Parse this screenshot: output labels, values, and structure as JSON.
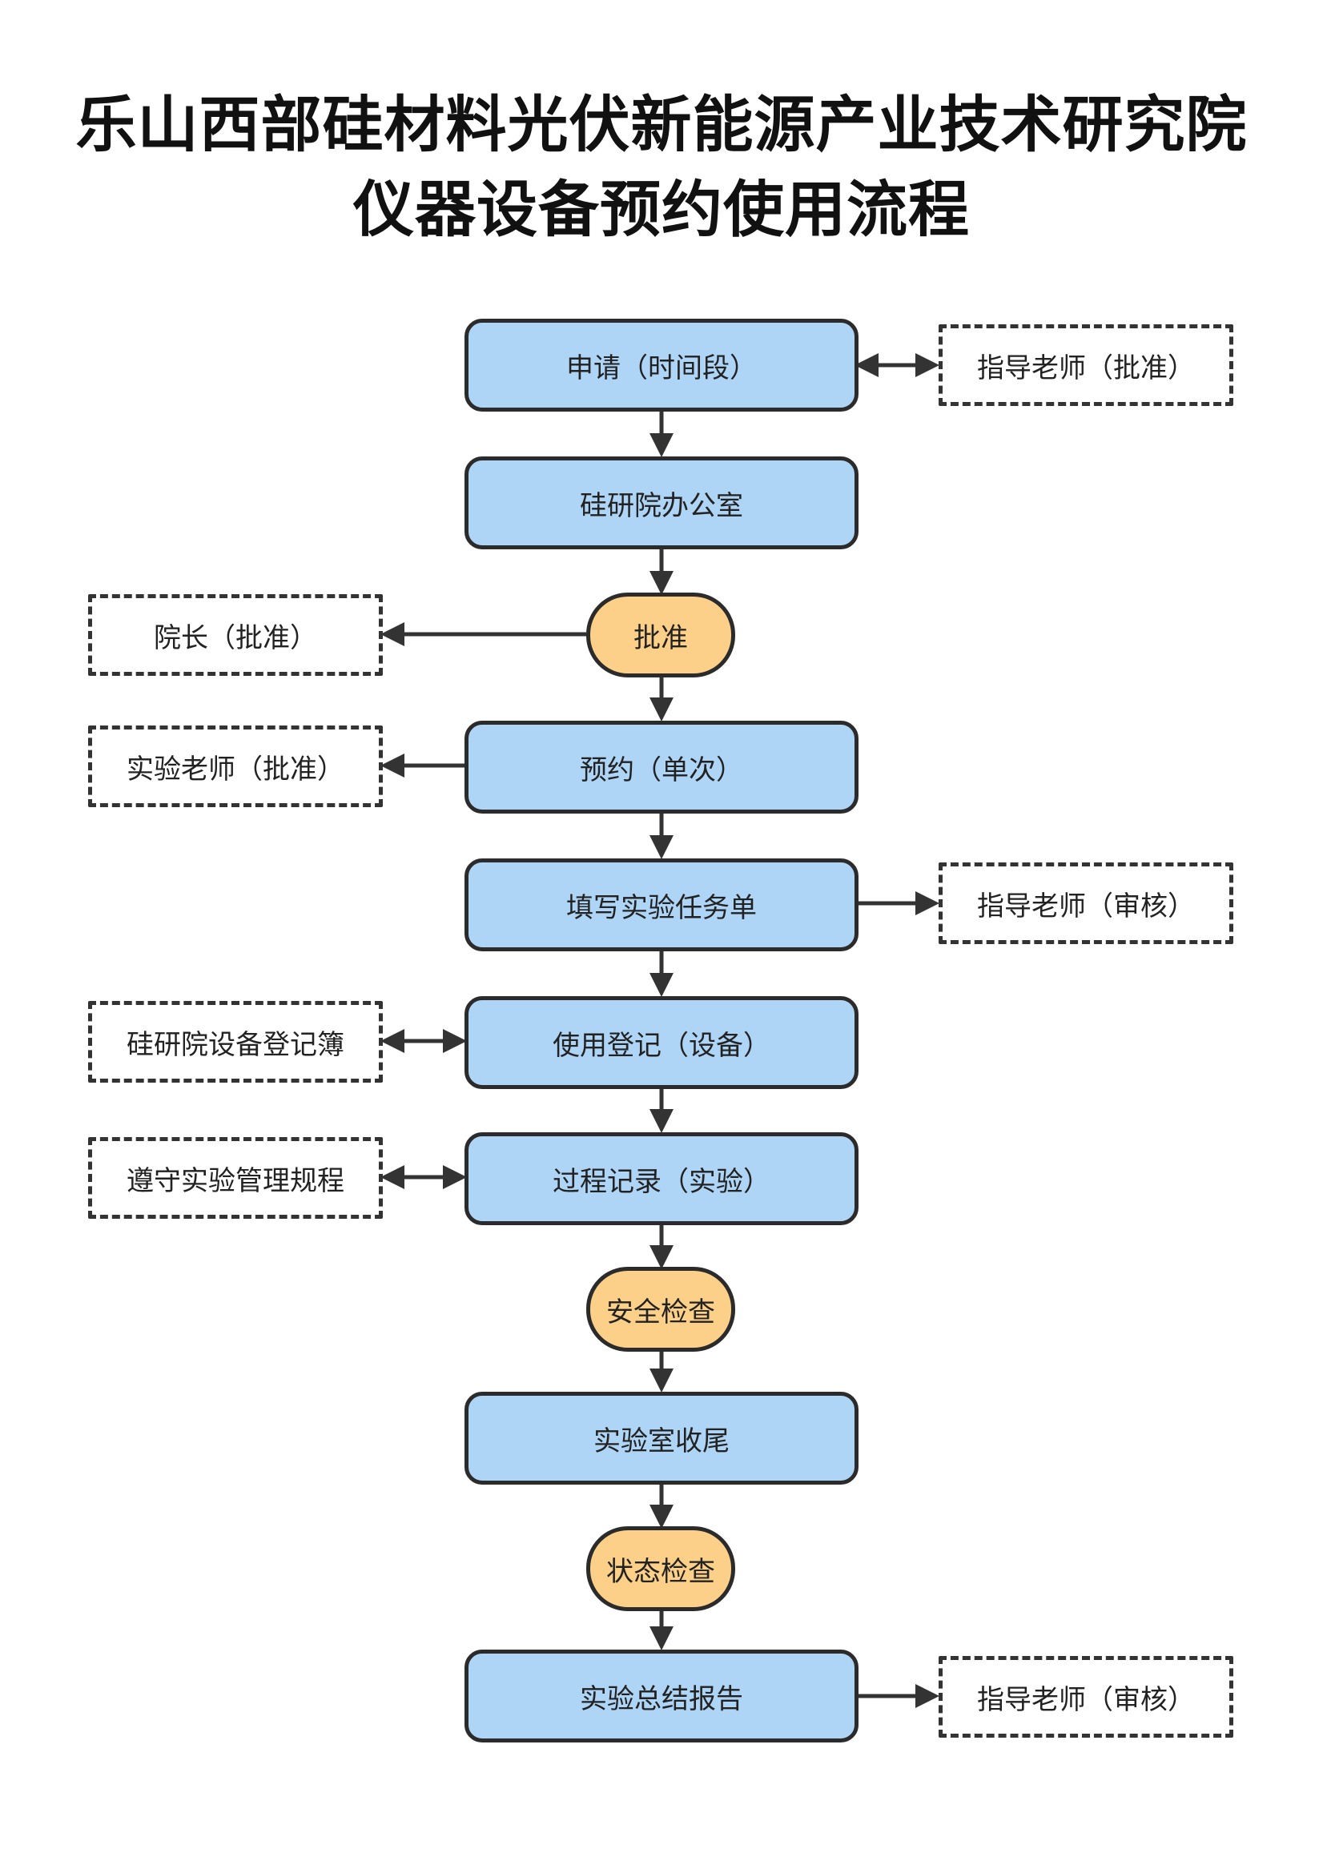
{
  "title": {
    "line1": "乐山西部硅材料光伏新能源产业技术研究院",
    "line2": "仪器设备预约使用流程"
  },
  "flow": {
    "steps": [
      "申请（时间段）",
      "硅研院办公室",
      "批准",
      "预约（单次）",
      "填写实验任务单",
      "使用登记（设备）",
      "过程记录（实验）",
      "安全检查",
      "实验室收尾",
      "状态检查",
      "实验总结报告"
    ],
    "side_notes": [
      "指导老师（批准）",
      "院长（批准）",
      "实验老师（批准）",
      "指导老师（审核）",
      "硅研院设备登记簿",
      "遵守实验管理规程",
      "指导老师（审核）"
    ]
  },
  "colors": {
    "step_fill": "#aed4f6",
    "decision_fill": "#fcd088",
    "border": "#2b2b2b",
    "side_fill": "#ffffff"
  }
}
